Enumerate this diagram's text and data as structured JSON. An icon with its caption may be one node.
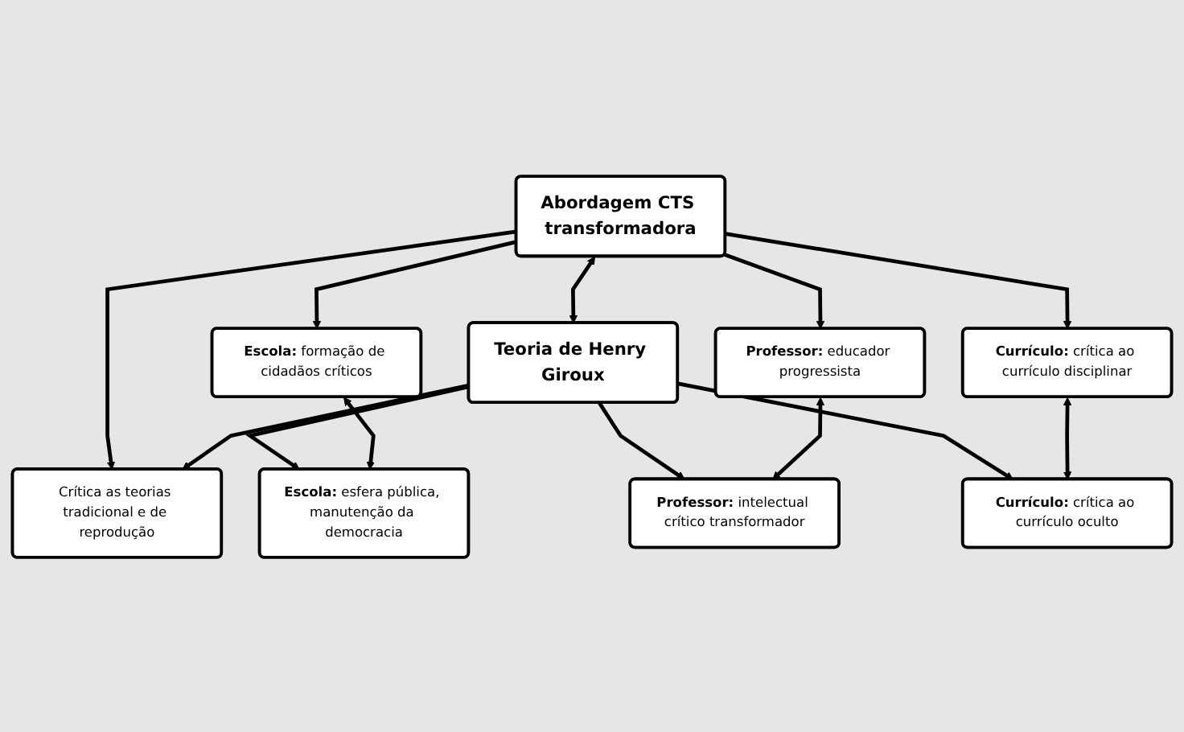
{
  "diagram": {
    "nodes": [
      {
        "text": [
          "Abordagem CTS transformadora"
        ]
      },
      {
        "text": [
          "Teoria de Henry Giroux"
        ]
      },
      {
        "text": [
          "Crítica as teorias tradicional e de reprodução"
        ]
      },
      {
        "text": [
          "**Escola:** formação de cidadãos críticos"
        ]
      },
      {
        "text": [
          "**Escola:** esfera pública, manutenção da democracia"
        ]
      },
      {
        "text": [
          "**Professor:** educador progressista"
        ]
      },
      {
        "text": [
          "**Professor:** intelectual crítico transformador"
        ]
      },
      {
        "text": [
          "**Currículo:** crítica ao currículo disciplinar"
        ]
      },
      {
        "text": [
          "**Currículo:** crítica ao currículo oculto"
        ]
      }
    ],
    "edges": [
      {
        "from": 0,
        "to": 1,
        "arrow": "both"
      },
      {
        "from": 0,
        "to": 2,
        "arrow": "to"
      },
      {
        "from": 1,
        "to": 2,
        "arrow": "to"
      },
      {
        "from": 0,
        "to": 3,
        "arrow": "to"
      },
      {
        "from": 0,
        "to": 5,
        "arrow": "to"
      },
      {
        "from": 0,
        "to": 7,
        "arrow": "to"
      },
      {
        "from": 1,
        "to": 4,
        "arrow": "to"
      },
      {
        "from": 1,
        "to": 6,
        "arrow": "to"
      },
      {
        "from": 1,
        "to": 8,
        "arrow": "to"
      },
      {
        "from": 3,
        "to": 4,
        "arrow": "both"
      },
      {
        "from": 5,
        "to": 6,
        "arrow": "both"
      },
      {
        "from": 7,
        "to": 8,
        "arrow": "both"
      }
    ]
  }
}
